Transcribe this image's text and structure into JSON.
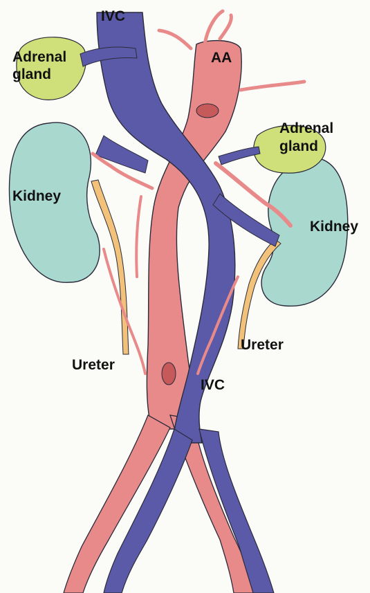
{
  "labels": {
    "ivc_top": "IVC",
    "aa": "AA",
    "adrenal_left_line1": "Adrenal",
    "adrenal_left_line2": "gland",
    "adrenal_right_line1": "Adrenal",
    "adrenal_right_line2": "gland",
    "kidney_left": "Kidney",
    "kidney_right": "Kidney",
    "ureter_left": "Ureter",
    "ureter_right": "Ureter",
    "ivc_bottom": "IVC"
  },
  "colors": {
    "vein": "#5b5aa8",
    "artery": "#e98a8a",
    "kidney": "#a9d8cf",
    "adrenal": "#cfe07a",
    "ureter": "#f2c27a",
    "outline": "#2a2a3a"
  }
}
